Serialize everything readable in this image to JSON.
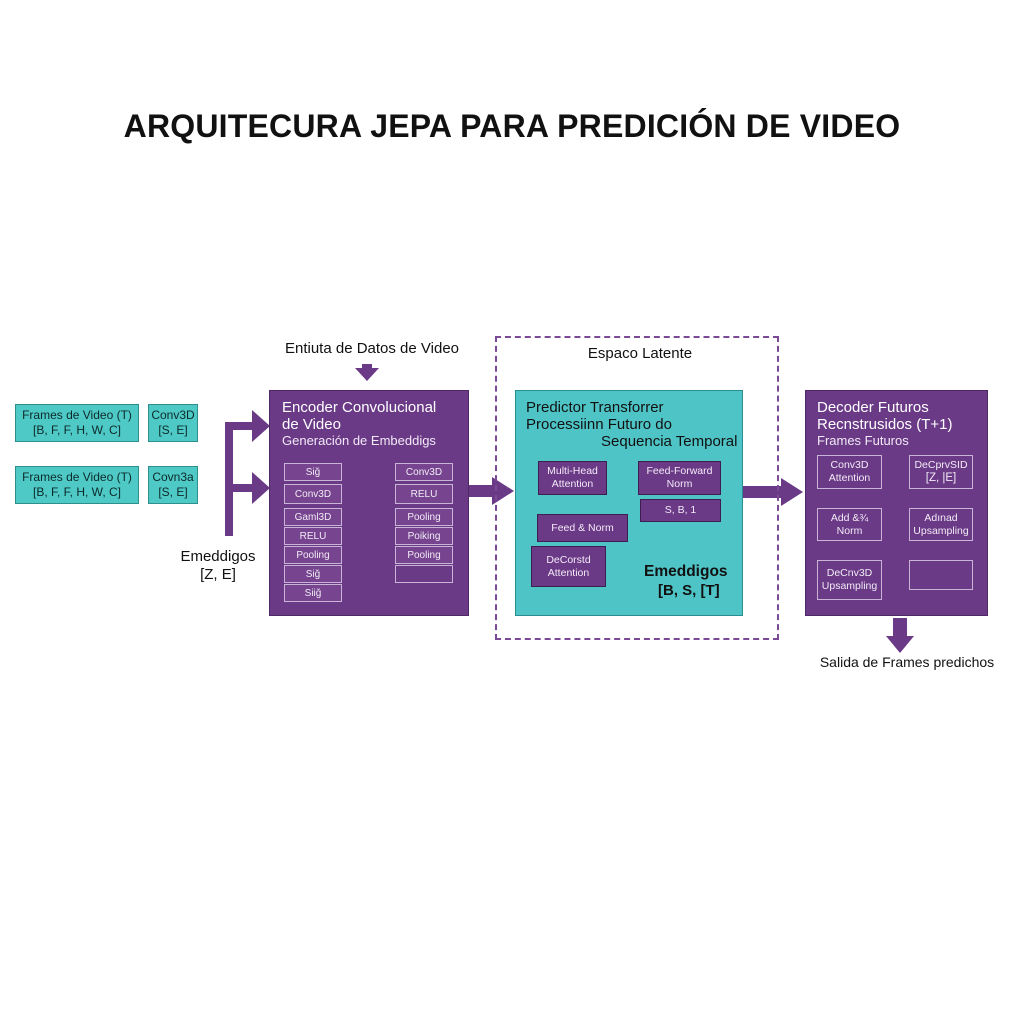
{
  "title": "ARQUITECURA JEPA PARA PREDICIÓN DE VIDEO",
  "inputs": [
    {
      "line1": "Frames de Video (T)",
      "line2": "[B, F, F, H, W, C]"
    },
    {
      "line1": "Frames de Video (T)",
      "line2": "[B, F, F, H, W, C]"
    }
  ],
  "convs": [
    {
      "line1": "Conv3D",
      "line2": "[S, E]"
    },
    {
      "line1": "Covn3a",
      "line2": "[S, E]"
    }
  ],
  "left_label": {
    "line1": "Emeddigos",
    "line2": "[Z, E]"
  },
  "entry_label": "Entiuta de Datos de Video",
  "latent_label": "Espaco Latente",
  "output_label": "Salida de Frames predichos",
  "encoder": {
    "title1": "Encoder Convolucional",
    "title2": "de Video",
    "subtitle": "Generación de Embeddigs",
    "left_cells": [
      "Siğ",
      "Conv3D",
      "Gaml3D",
      "RELU",
      "Pooling",
      "Siğ",
      "Siiğ"
    ],
    "right_cells": [
      "Conv3D",
      "RELU",
      "Pooling",
      "Poiking",
      "Pooling"
    ]
  },
  "predictor": {
    "title1": "Predictor Transforrer",
    "title2": "Processiinn Futuro do",
    "title3": "Sequencia Temporal",
    "cells": {
      "mha": "Multi-Head Attention",
      "ff": "Feed-Forward Norm",
      "fn": "Feed & Norm",
      "sb": "S, B, 1",
      "dc": "DeCorstd Attention"
    },
    "emb1": "Emeddigos",
    "emb2": "[B, S, [T]"
  },
  "decoder": {
    "title1": "Decoder Futuros",
    "title2": "Recnstrusidos (T+1)",
    "subtitle": "Frames Futuros",
    "cells": {
      "c1": "Conv3D Attention",
      "c2a": "DeCprvSID",
      "c2b": "[Z, |E]",
      "c3": "Add &¾ Norm",
      "c4": "Adınad Upsampling",
      "c5": "DeCnv3D Upsampling"
    }
  },
  "colors": {
    "purple": "#6b3a87",
    "teal": "#4fc4c6",
    "arrow": "#6b3a87"
  }
}
